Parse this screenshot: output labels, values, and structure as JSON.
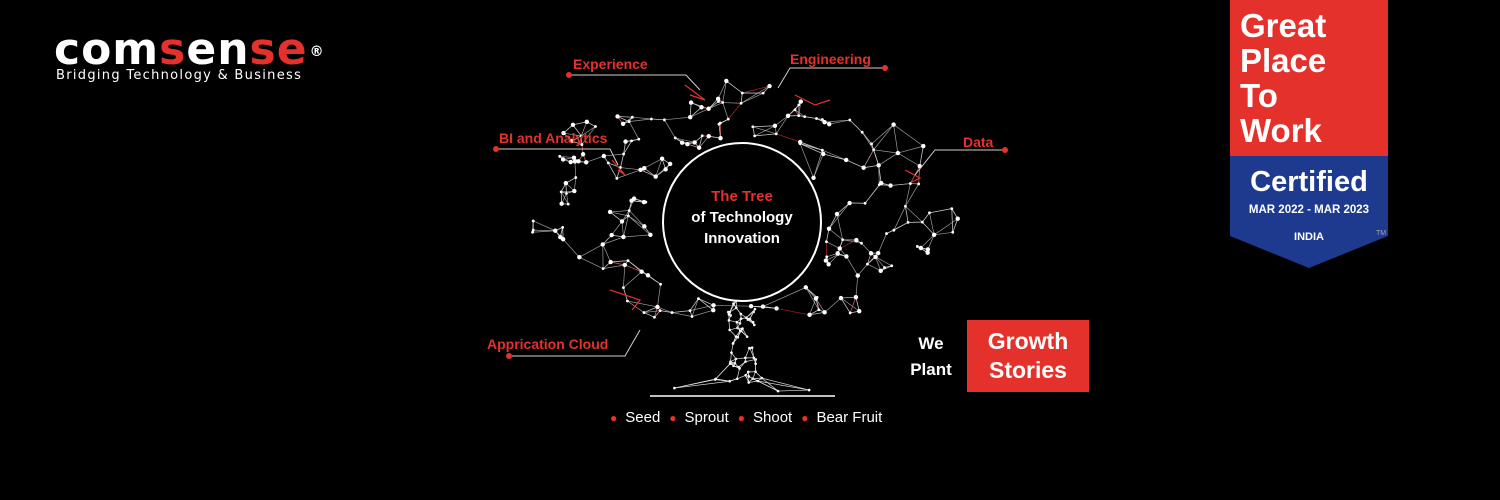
{
  "logo": {
    "word_start": "com",
    "word_highlight_1": "s",
    "word_mid": "en",
    "word_highlight_2": "se",
    "registered": "®",
    "tagline": "Bridging Technology & Business"
  },
  "tree": {
    "center_line1": "The Tree",
    "center_line2": "of Technology",
    "center_line3": "Innovation",
    "labels": {
      "experience": "Experience",
      "engineering": "Engineering",
      "bi": "BI and Analytics",
      "data": "Data",
      "cloud": "Apprication Cloud"
    }
  },
  "tagline_box": {
    "we": "We",
    "plant": "Plant",
    "growth": "Growth",
    "stories": "Stories"
  },
  "stages": [
    "Seed",
    "Sprout",
    "Shoot",
    "Bear Fruit"
  ],
  "badge": {
    "line1": "Great",
    "line2": "Place",
    "line3": "To",
    "line4": "Work",
    "registered": "®",
    "certified": "Certified",
    "dates": "MAR 2022 - MAR 2023",
    "country": "INDIA",
    "tm": "TM"
  },
  "colors": {
    "accent_red": "#e5312b",
    "badge_blue": "#1d3a8e",
    "background": "#000000"
  }
}
